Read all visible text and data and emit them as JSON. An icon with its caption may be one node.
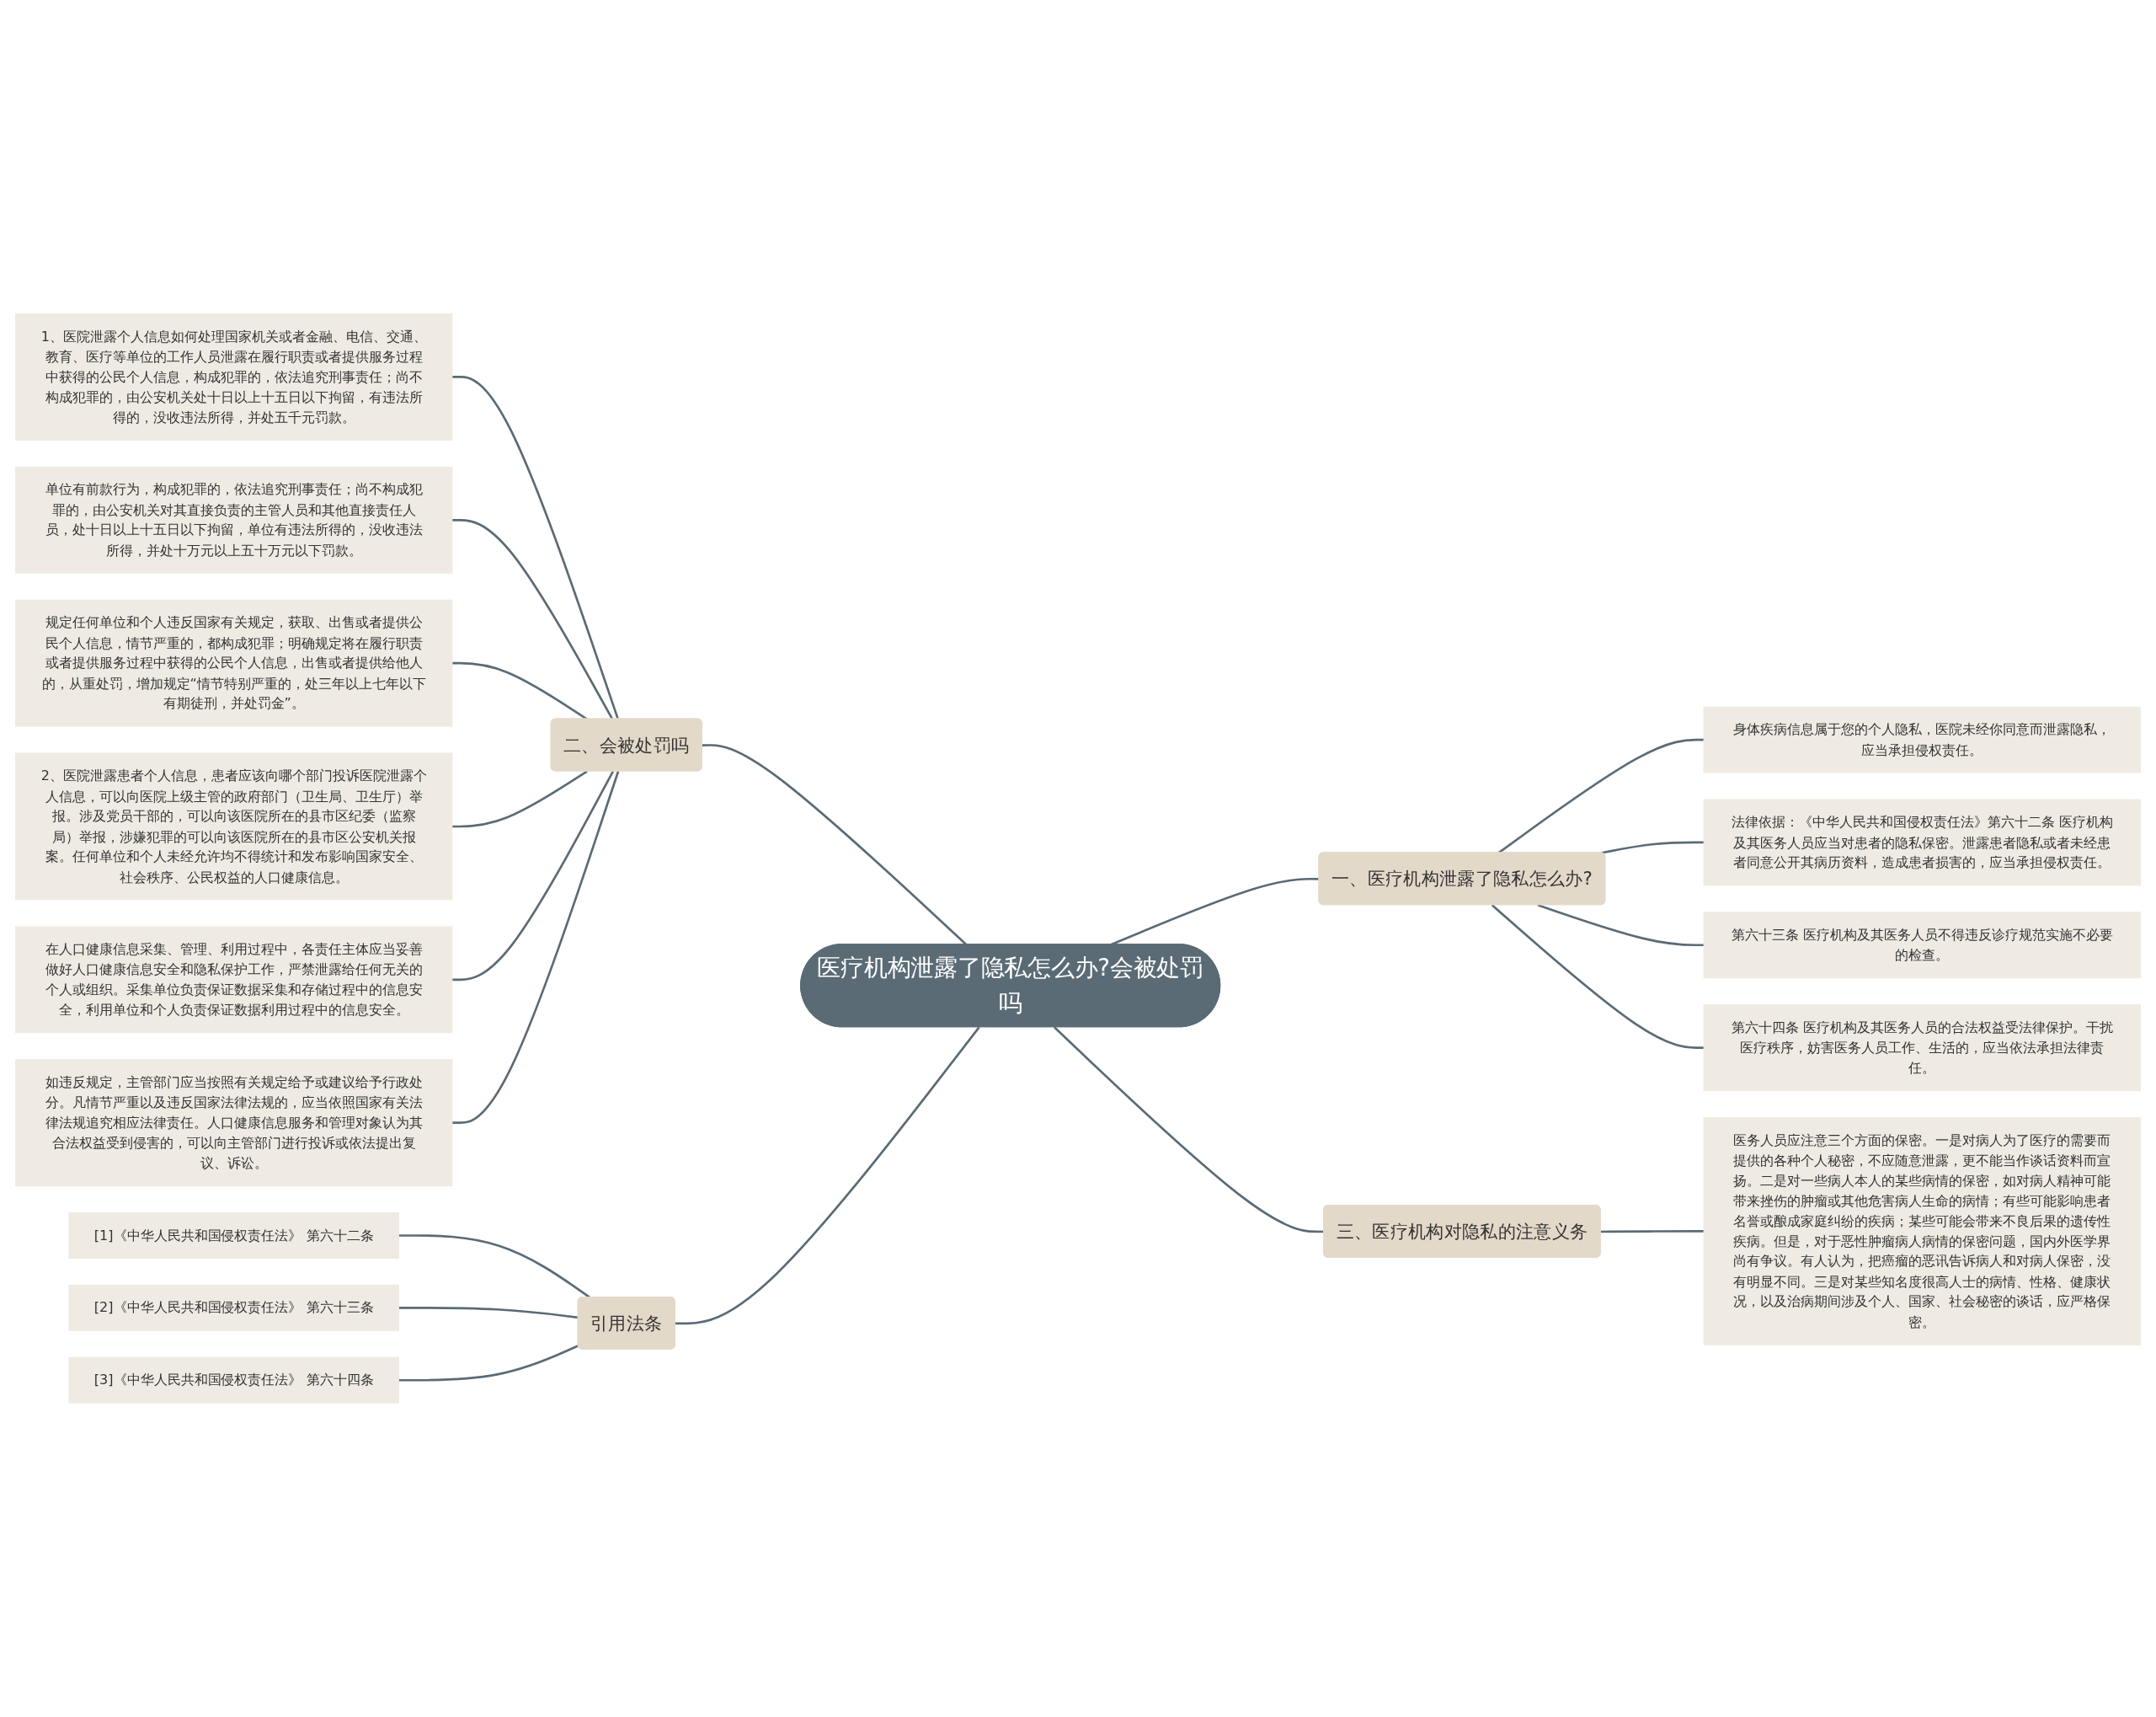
{
  "diagram": {
    "nodes": [
      {
        "text": [
          "医疗机构泄露了隐私怎么办?会被处罚吗"
        ]
      },
      {
        "text": [
          "一、医疗机构泄露了隐私怎么办?"
        ]
      },
      {
        "text": [
          "身体疾病信息属于您的个人隐私，医院未经你同意而泄露隐私，应当承担侵权责任。"
        ]
      },
      {
        "text": [
          "法律依据：《中华人民共和国侵权责任法》第六十二条 医疗机构及其医务人员应当对患者的隐私保密。泄露患者隐私或者未经患者同意公开其病历资料，造成患者损害的，应当承担侵权责任。"
        ]
      },
      {
        "text": [
          "第六十三条 医疗机构及其医务人员不得违反诊疗规范实施不必要的检查。"
        ]
      },
      {
        "text": [
          "第六十四条 医疗机构及其医务人员的合法权益受法律保护。干扰医疗秩序，妨害医务人员工作、生活的，应当依法承担法律责任。"
        ]
      },
      {
        "text": [
          "二、会被处罚吗"
        ]
      },
      {
        "text": [
          "1、医院泄露个人信息如何处理国家机关或者金融、电信、交通、教育、医疗等单位的工作人员泄露在履行职责或者提供服务过程中获得的公民个人信息，构成犯罪的，依法追究刑事责任；尚不构成犯罪的，由公安机关处十日以上十五日以下拘留，有违法所得的，没收违法所得，并处五千元罚款。"
        ]
      },
      {
        "text": [
          "单位有前款行为，构成犯罪的，依法追究刑事责任；尚不构成犯罪的，由公安机关对其直接负责的主管人员和其他直接责任人员，处十日以上十五日以下拘留，单位有违法所得的，没收违法所得，并处十万元以上五十万元以下罚款。"
        ]
      },
      {
        "text": [
          "规定任何单位和个人违反国家有关规定，获取、出售或者提供公民个人信息，情节严重的，都构成犯罪；明确规定将在履行职责或者提供服务过程中获得的公民个人信息，出售或者提供给他人的，从重处罚，增加规定“情节特别严重的，处三年以上七年以下有期徒刑，并处罚金”。"
        ]
      },
      {
        "text": [
          "2、医院泄露患者个人信息，患者应该向哪个部门投诉医院泄露个人信息，可以向医院上级主管的政府部门（卫生局、卫生厅）举报。涉及党员干部的，可以向该医院所在的县市区纪委（监察局）举报，涉嫌犯罪的可以向该医院所在的县市区公安机关报案。任何单位和个人未经允许均不得统计和发布影响国家安全、社会秩序、公民权益的人口健康信息。"
        ]
      },
      {
        "text": [
          "在人口健康信息采集、管理、利用过程中，各责任主体应当妥善做好人口健康信息安全和隐私保护工作，严禁泄露给任何无关的个人或组织。采集单位负责保证数据采集和存储过程中的信息安全，利用单位和个人负责保证数据利用过程中的信息安全。"
        ]
      },
      {
        "text": [
          "如违反规定，主管部门应当按照有关规定给予或建议给予行政处分。凡情节严重以及违反国家法律法规的，应当依照国家有关法律法规追究相应法律责任。人口健康信息服务和管理对象认为其合法权益受到侵害的，可以向主管部门进行投诉或依法提出复议、诉讼。"
        ]
      },
      {
        "text": [
          "三、医疗机构对隐私的注意义务"
        ]
      },
      {
        "text": [
          "医务人员应注意三个方面的保密。一是对病人为了医疗的需要而提供的各种个人秘密，不应随意泄露，更不能当作谈话资料而宣扬。二是对一些病人本人的某些病情的保密，如对病人精神可能带来挫伤的肿瘤或其他危害病人生命的病情；有些可能影响患者名誉或酿成家庭纠纷的疾病；某些可能会带来不良后果的遗传性疾病。但是，对于恶性肿瘤病人病情的保密问题，国内外医学界尚有争议。有人认为，把癌瘤的恶讯告诉病人和对病人保密，没有明显不同。三是对某些知名度很高人士的病情、性格、健康状况，以及治病期间涉及个人、国家、社会秘密的谈话，应严格保密。"
        ]
      },
      {
        "text": [
          "引用法条"
        ]
      },
      {
        "text": [
          "[1]《中华人民共和国侵权责任法》 第六十二条"
        ]
      },
      {
        "text": [
          "[2]《中华人民共和国侵权责任法》 第六十三条"
        ]
      },
      {
        "text": [
          "[3]《中华人民共和国侵权责任法》 第六十四条"
        ]
      }
    ],
    "edges": [
      {
        "from": 0,
        "to": 1,
        "arrow": "none"
      },
      {
        "from": 1,
        "to": 2,
        "arrow": "none"
      },
      {
        "from": 1,
        "to": 3,
        "arrow": "none"
      },
      {
        "from": 1,
        "to": 4,
        "arrow": "none"
      },
      {
        "from": 1,
        "to": 5,
        "arrow": "none"
      },
      {
        "from": 6,
        "to": 0,
        "arrow": "none"
      },
      {
        "from": 7,
        "to": 6,
        "arrow": "none"
      },
      {
        "from": 8,
        "to": 6,
        "arrow": "none"
      },
      {
        "from": 9,
        "to": 6,
        "arrow": "none"
      },
      {
        "from": 10,
        "to": 6,
        "arrow": "none"
      },
      {
        "from": 11,
        "to": 6,
        "arrow": "none"
      },
      {
        "from": 12,
        "to": 6,
        "arrow": "none"
      },
      {
        "from": 0,
        "to": 13,
        "arrow": "none"
      },
      {
        "from": 13,
        "to": 14,
        "arrow": "none"
      },
      {
        "from": 15,
        "to": 0,
        "arrow": "none"
      },
      {
        "from": 16,
        "to": 15,
        "arrow": "none"
      },
      {
        "from": 17,
        "to": 15,
        "arrow": "none"
      },
      {
        "from": 18,
        "to": 15,
        "arrow": "none"
      }
    ]
  }
}
